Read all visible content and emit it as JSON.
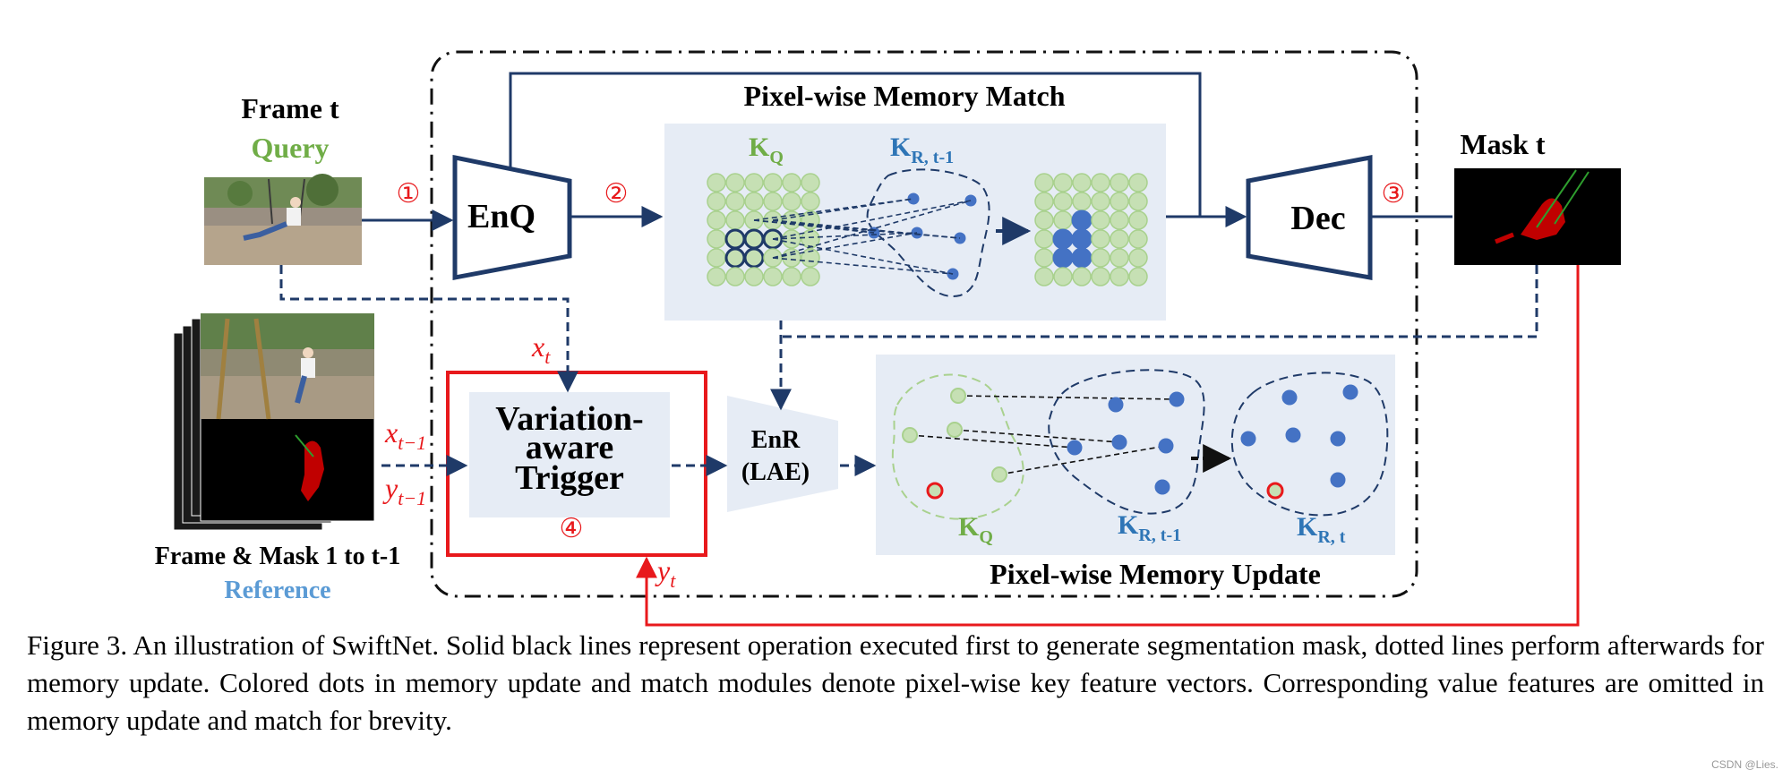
{
  "colors": {
    "navy": "#1f3a68",
    "red": "#e8191c",
    "green_label": "#70ad47",
    "blue_label": "#5b9bd5",
    "key_blue": "#2e75b6",
    "panel_bg": "#e6ecf5",
    "green_dot_fill": "#c6e0b4",
    "green_dot_stroke": "#a9d18e",
    "blue_dot_fill": "#4472c4"
  },
  "labels": {
    "frame_t": "Frame t",
    "query": "Query",
    "enq": "EnQ",
    "dec": "Dec",
    "mask_t": "Mask t",
    "memory_match": "Pixel-wise Memory Match",
    "memory_update": "Pixel-wise Memory Update",
    "trigger_line1": "Variation-",
    "trigger_line2": "aware",
    "trigger_line3": "Trigger",
    "enr_line1": "EnR",
    "enr_line2": "(LAE)",
    "frame_mask_range": "Frame & Mask 1 to t-1",
    "reference": "Reference",
    "kq": "K",
    "kq_sub": "Q",
    "kr_t1": "K",
    "kr_t1_sub": "R, t-1",
    "kr_t": "K",
    "kr_t_sub": "R, t",
    "step1": "①",
    "step2": "②",
    "step3": "③",
    "step4": "④",
    "xt": "x",
    "xt_sub": "t",
    "xt1": "x",
    "xt1_sub": "t−1",
    "yt1": "y",
    "yt1_sub": "t−1",
    "yt": "y",
    "yt_sub": "t"
  },
  "caption": "Figure 3. An illustration of SwiftNet.  Solid black lines represent operation executed first to generate segmentation mask, dotted lines perform afterwards for memory update. Colored dots in memory update and match modules denote pixel-wise key feature vectors. Corresponding value features are omitted in memory update and match for brevity.",
  "watermark": "CSDN @Lies."
}
